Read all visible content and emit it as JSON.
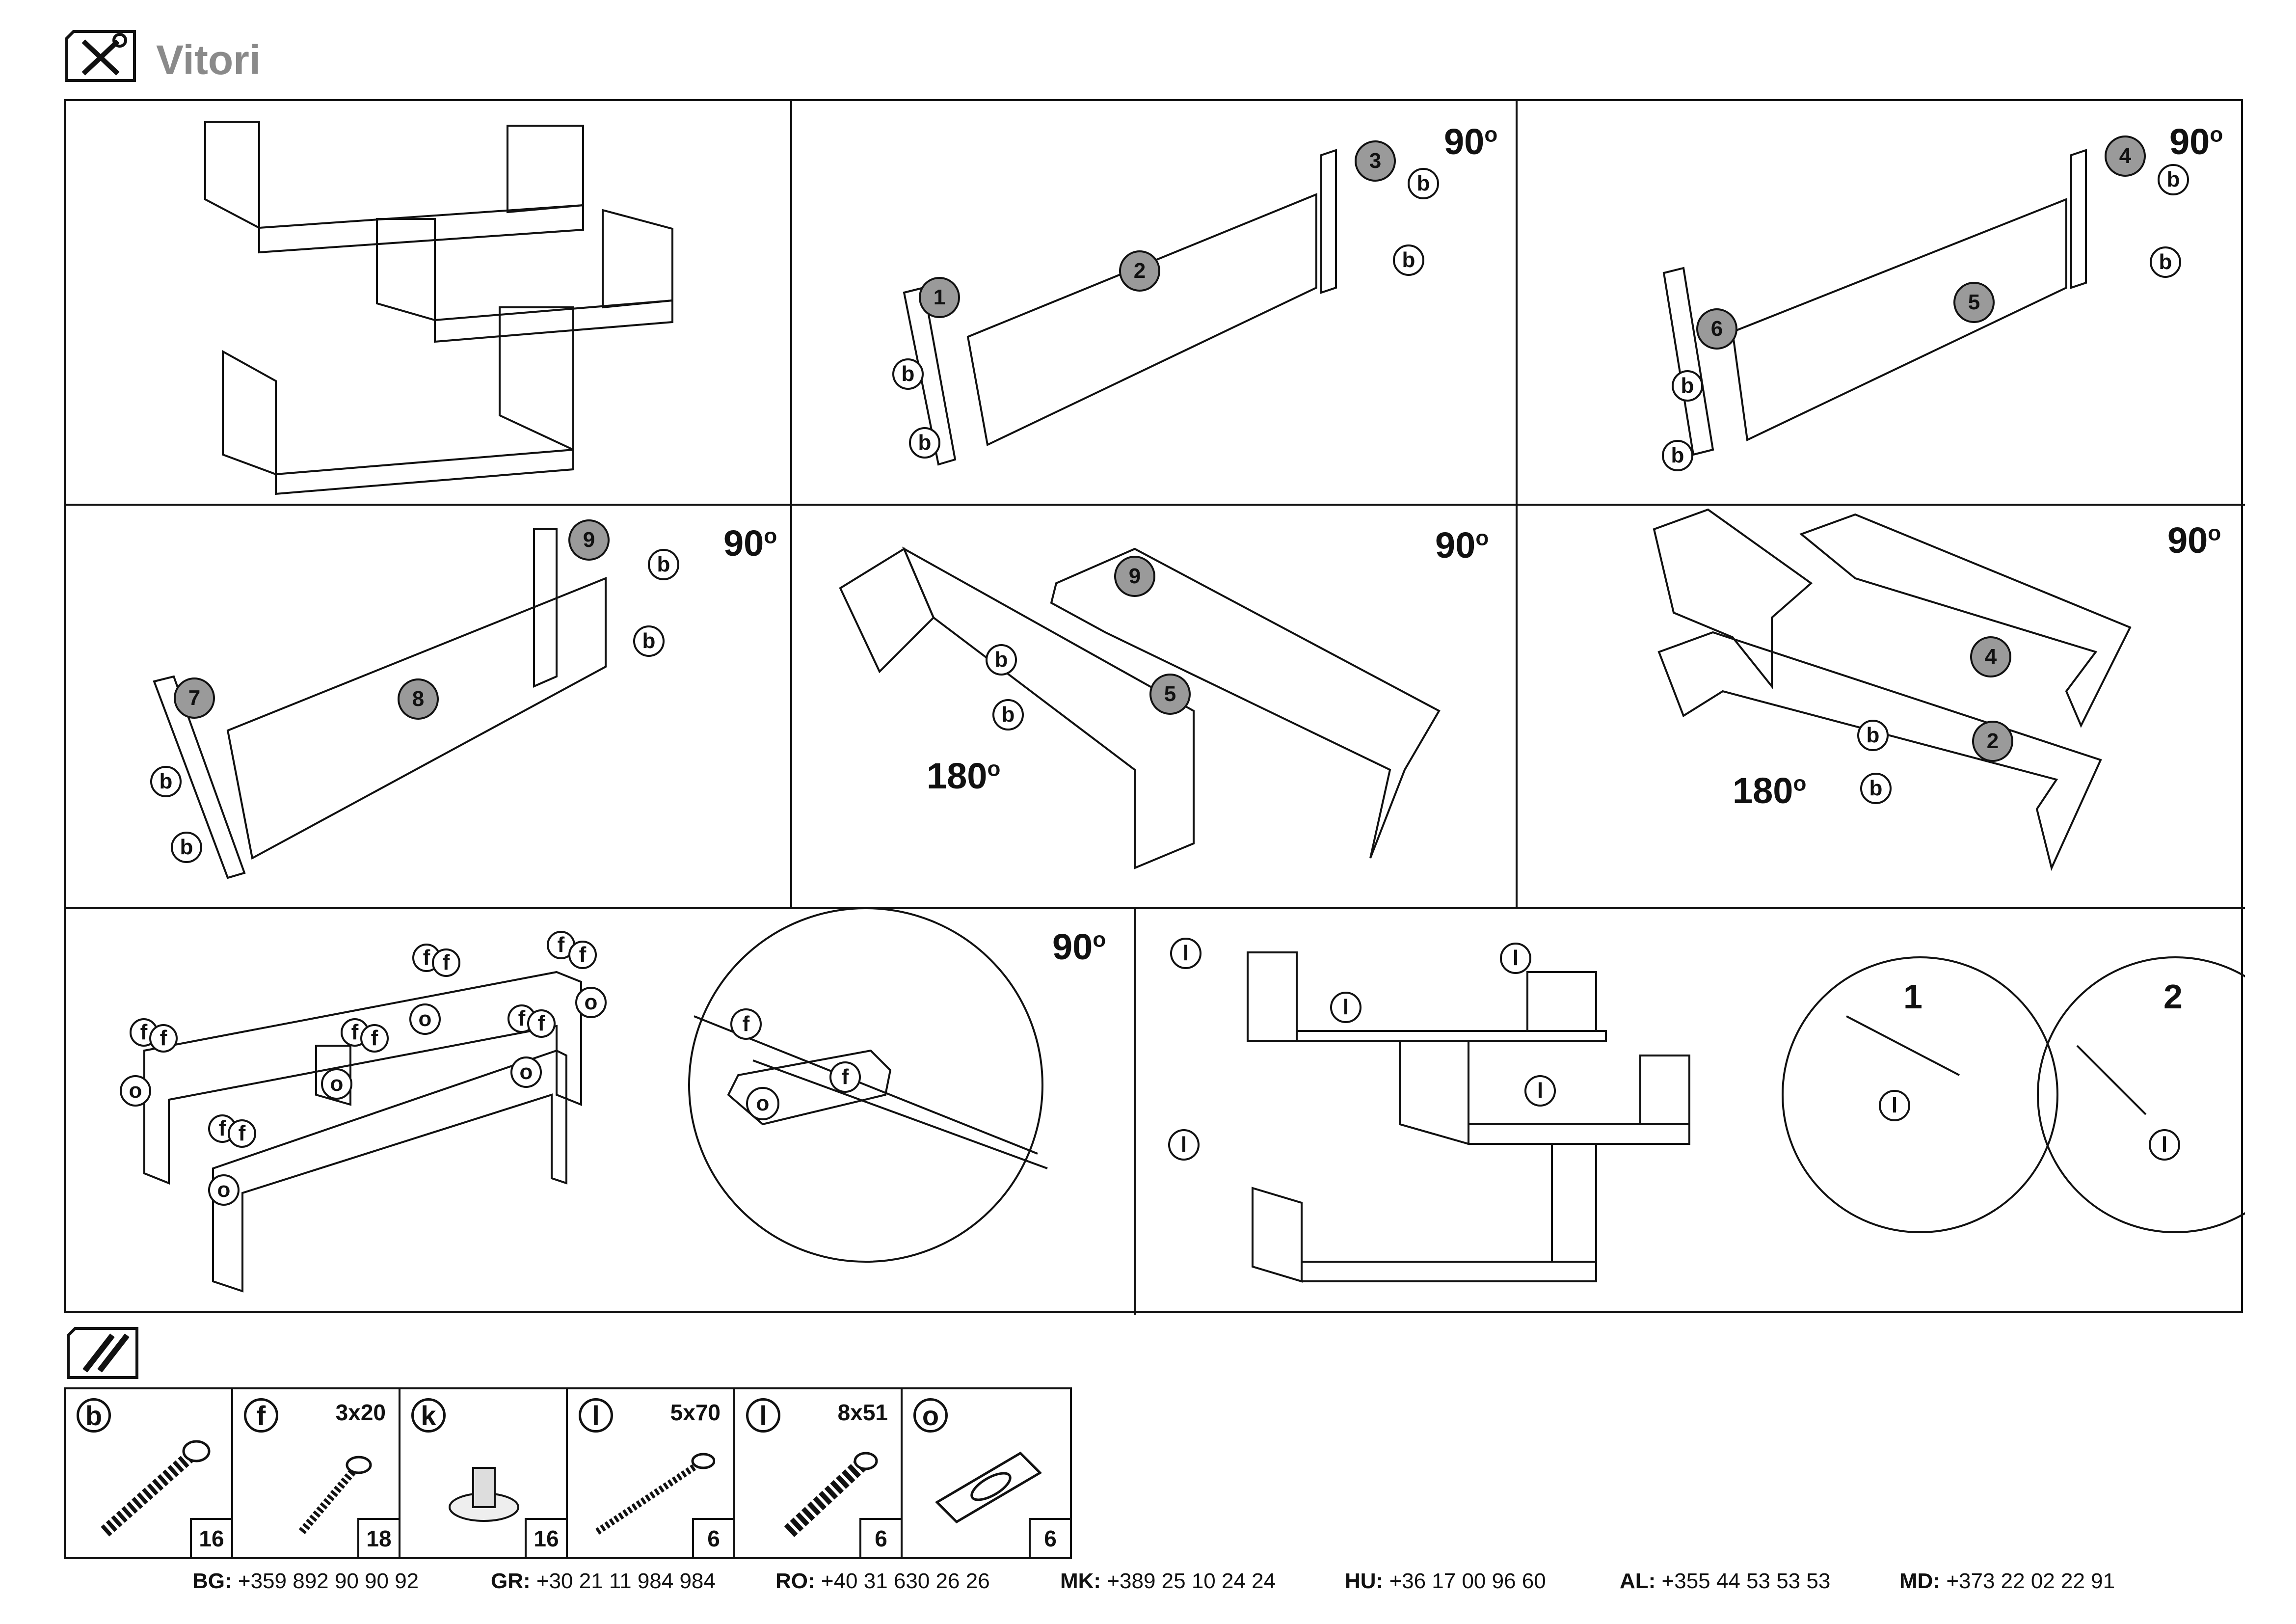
{
  "header": {
    "title": "Vitori",
    "tools_icon": "wrench-screwdriver-icon"
  },
  "steps": [
    {
      "id": "step-1",
      "rotation": "",
      "labels": []
    },
    {
      "id": "step-2",
      "rotation": "90",
      "labels": [
        "1",
        "2",
        "3"
      ],
      "fasteners": [
        "b",
        "b",
        "b",
        "b"
      ]
    },
    {
      "id": "step-3",
      "rotation": "90",
      "labels": [
        "4",
        "5",
        "6"
      ],
      "fasteners": [
        "b",
        "b",
        "b",
        "b"
      ]
    },
    {
      "id": "step-4",
      "rotation": "90",
      "labels": [
        "7",
        "8",
        "9"
      ],
      "fasteners": [
        "b",
        "b",
        "b",
        "b"
      ]
    },
    {
      "id": "step-5",
      "rotation": "90",
      "rotation2": "180",
      "labels": [
        "9",
        "5"
      ],
      "fasteners": [
        "b",
        "b"
      ]
    },
    {
      "id": "step-6",
      "rotation": "90",
      "rotation2": "180",
      "labels": [
        "4",
        "2"
      ],
      "fasteners": [
        "b",
        "b"
      ]
    },
    {
      "id": "step-7",
      "rotation": "90",
      "fasteners": [
        "f",
        "f",
        "o"
      ]
    },
    {
      "id": "step-8",
      "details": [
        "1",
        "2"
      ],
      "fasteners": [
        "l"
      ]
    }
  ],
  "degree_symbol": "o",
  "hardware": {
    "icon": "screws-icon",
    "items": [
      {
        "letter": "b",
        "size": "",
        "qty": "16",
        "icon": "cam-bolt-icon"
      },
      {
        "letter": "f",
        "size": "3x20",
        "qty": "18",
        "icon": "screw-icon"
      },
      {
        "letter": "k",
        "size": "",
        "qty": "16",
        "icon": "dowel-cap-icon"
      },
      {
        "letter": "l",
        "size": "5x70",
        "qty": "6",
        "icon": "long-screw-icon"
      },
      {
        "letter": "l",
        "size": "8x51",
        "qty": "6",
        "icon": "wall-plug-icon"
      },
      {
        "letter": "o",
        "size": "",
        "qty": "6",
        "icon": "hanger-plate-icon"
      }
    ]
  },
  "phones": [
    {
      "code": "BG:",
      "number": "+359 892 90 90 92"
    },
    {
      "code": "GR:",
      "number": "+30 21 11 984 984"
    },
    {
      "code": "RO:",
      "number": "+40 31 630 26 26"
    },
    {
      "code": "MK:",
      "number": "+389 25 10 24 24"
    },
    {
      "code": "HU:",
      "number": "+36 17 00 96 60"
    },
    {
      "code": "AL:",
      "number": "+355 44 53 53 53"
    },
    {
      "code": "MD:",
      "number": "+373 22 02 22 91"
    }
  ]
}
